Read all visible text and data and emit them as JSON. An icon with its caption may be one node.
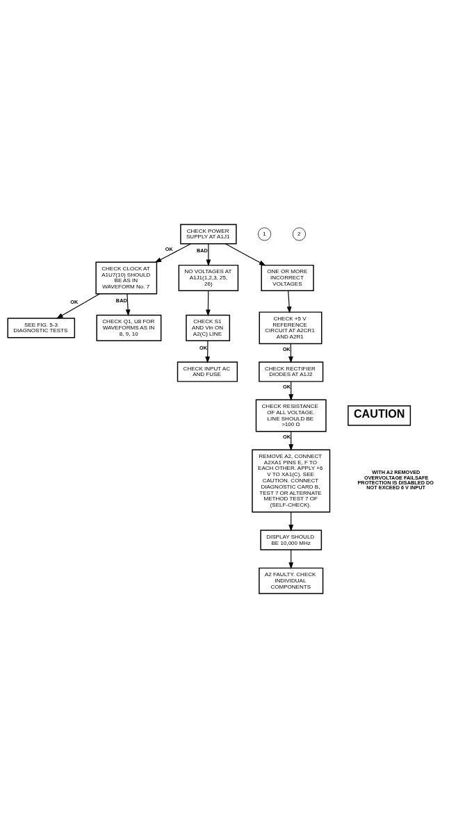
{
  "diagram": {
    "nodes": [
      {
        "text": [
          "CHECK POWER SUPPLY AT A1J1"
        ]
      },
      {
        "text": [
          "1"
        ]
      },
      {
        "text": [
          "2"
        ]
      },
      {
        "text": [
          "CHECK CLOCK AT A1U7(10) SHOULD BE AS IN WAVEFORM No. 7"
        ]
      },
      {
        "text": [
          "NO VOLTAGES AT A1J1(1,2,3, 25, 26)"
        ]
      },
      {
        "text": [
          "ONE OR MORE INCORRECT VOLTAGES"
        ]
      },
      {
        "text": [
          "SEE FIG. 5-3 DIAGNOSTIC TESTS"
        ]
      },
      {
        "text": [
          "CHECK S1 AND Vin ON A2(C) LINE"
        ]
      },
      {
        "text": [
          "CHECK +5 V REFERENCE CIRCUIT AT A2CR1 AND A2R1"
        ]
      },
      {
        "text": [
          "CHECK Q1, U8 FOR WAVEFORMS AS IN 8, 9, 10"
        ]
      },
      {
        "text": [
          "CHECK INPUT AC AND FUSE"
        ]
      },
      {
        "text": [
          "CHECK RECTIFIER DIODES AT A1J2"
        ]
      },
      {
        "text": [
          "CHECK RESISTANCE OF ALL VOLTAGE. LINE SHOULD BE >100 Ω"
        ]
      },
      {
        "text": [
          "CAUTION"
        ]
      },
      {
        "text": [
          "REMOVE A2, CONNECT A2XA1 PINS E, F TO EACH OTHER. APPLY +6 V TO XA1(C). SEE CAUTION. CONNECT DIAGNOSTIC CARD B, TEST 7 OR ALTERNATE METHOD TEST 7 OF (SELF-CHECK)."
        ]
      },
      {
        "text": [
          "A2 FAULTY. CHECK INDIVIDUAL COMPONENTS"
        ]
      },
      {
        "text": [
          "DISPLAY SHOULD BE 10,000 MHz"
        ]
      }
    ],
    "edges": [
      {
        "from": 0,
        "to": 4,
        "arrow": "to",
        "label": "BAD"
      },
      {
        "from": 0,
        "to": 5,
        "arrow": "to"
      },
      {
        "from": 0,
        "to": 3,
        "arrow": "to",
        "label": "OK"
      },
      {
        "from": 3,
        "to": 6,
        "arrow": "to",
        "label": "OK"
      },
      {
        "from": 3,
        "to": 9,
        "arrow": "to",
        "label": "BAD"
      },
      {
        "from": 4,
        "to": 7,
        "arrow": "to"
      },
      {
        "from": 7,
        "to": 10,
        "arrow": "to",
        "label": "OK"
      },
      {
        "from": 5,
        "to": 8,
        "arrow": "to"
      },
      {
        "from": 8,
        "to": 11,
        "arrow": "to",
        "label": "OK"
      },
      {
        "from": 11,
        "to": 12,
        "arrow": "to",
        "label": "OK"
      },
      {
        "from": 12,
        "to": 14,
        "arrow": "to",
        "label": "OK"
      },
      {
        "from": 14,
        "to": 16,
        "arrow": "to"
      },
      {
        "from": 16,
        "to": 15,
        "arrow": "to"
      }
    ],
    "labels": [
      "WITH A2 REMOVED OVERVOLTAGE FAILSAFE PROTECTION IS DISABLED DO NOT EXCEED 6 V INPUT"
    ]
  }
}
